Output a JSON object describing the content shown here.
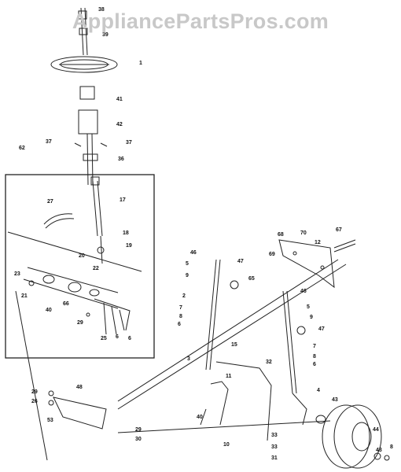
{
  "watermark": "AppliancePartsPros.com",
  "callouts": [
    {
      "id": "38",
      "text": "38"
    },
    {
      "id": "39",
      "text": "39"
    },
    {
      "id": "1",
      "text": "1"
    },
    {
      "id": "41",
      "text": "41"
    },
    {
      "id": "42",
      "text": "42"
    },
    {
      "id": "37a",
      "text": "37"
    },
    {
      "id": "37b",
      "text": "37"
    },
    {
      "id": "36",
      "text": "36"
    },
    {
      "id": "62",
      "text": "62"
    },
    {
      "id": "27",
      "text": "27"
    },
    {
      "id": "17",
      "text": "17"
    },
    {
      "id": "18",
      "text": "18"
    },
    {
      "id": "19",
      "text": "19"
    },
    {
      "id": "20",
      "text": "20"
    },
    {
      "id": "22",
      "text": "22"
    },
    {
      "id": "23",
      "text": "23"
    },
    {
      "id": "21",
      "text": "21"
    },
    {
      "id": "66",
      "text": "66"
    },
    {
      "id": "40a",
      "text": "40"
    },
    {
      "id": "29a",
      "text": "29"
    },
    {
      "id": "25",
      "text": "25"
    },
    {
      "id": "6a",
      "text": "6"
    },
    {
      "id": "6b",
      "text": "6"
    },
    {
      "id": "68",
      "text": "68"
    },
    {
      "id": "70",
      "text": "70"
    },
    {
      "id": "12",
      "text": "12"
    },
    {
      "id": "67",
      "text": "67"
    },
    {
      "id": "69",
      "text": "69"
    },
    {
      "id": "46a",
      "text": "46"
    },
    {
      "id": "5a",
      "text": "5"
    },
    {
      "id": "9a",
      "text": "9"
    },
    {
      "id": "47a",
      "text": "47"
    },
    {
      "id": "65",
      "text": "65"
    },
    {
      "id": "2",
      "text": "2"
    },
    {
      "id": "7a",
      "text": "7"
    },
    {
      "id": "8a",
      "text": "8"
    },
    {
      "id": "6c",
      "text": "6"
    },
    {
      "id": "46b",
      "text": "46"
    },
    {
      "id": "5b",
      "text": "5"
    },
    {
      "id": "9b",
      "text": "9"
    },
    {
      "id": "47b",
      "text": "47"
    },
    {
      "id": "15",
      "text": "15"
    },
    {
      "id": "7b",
      "text": "7"
    },
    {
      "id": "8b",
      "text": "8"
    },
    {
      "id": "6d",
      "text": "6"
    },
    {
      "id": "32",
      "text": "32"
    },
    {
      "id": "3",
      "text": "3"
    },
    {
      "id": "11",
      "text": "11"
    },
    {
      "id": "4",
      "text": "4"
    },
    {
      "id": "48",
      "text": "48"
    },
    {
      "id": "29b",
      "text": "29"
    },
    {
      "id": "26",
      "text": "26"
    },
    {
      "id": "53",
      "text": "53"
    },
    {
      "id": "40b",
      "text": "40"
    },
    {
      "id": "29c",
      "text": "29"
    },
    {
      "id": "30",
      "text": "30"
    },
    {
      "id": "10",
      "text": "10"
    },
    {
      "id": "33a",
      "text": "33"
    },
    {
      "id": "33b",
      "text": "33"
    },
    {
      "id": "31",
      "text": "31"
    },
    {
      "id": "43a",
      "text": "43"
    },
    {
      "id": "43b",
      "text": "43"
    },
    {
      "id": "44",
      "text": "44"
    },
    {
      "id": "8c",
      "text": "8"
    }
  ]
}
